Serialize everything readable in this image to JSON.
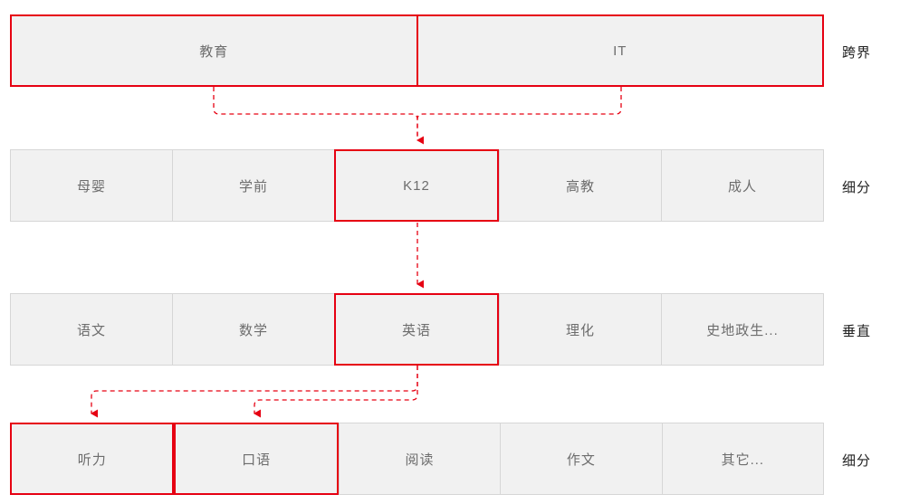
{
  "diagram": {
    "title_present": false,
    "accent_color": "#e60012",
    "cell_fill": "#f1f1f1",
    "cell_border": "#d6d6d6",
    "text_color": "#6d6d6d",
    "label_color": "#222222",
    "rows": [
      {
        "label": "跨界",
        "cells": [
          {
            "text": "教育",
            "highlighted": true
          },
          {
            "text": "IT",
            "highlighted": true
          }
        ]
      },
      {
        "label": "细分",
        "cells": [
          {
            "text": "母婴",
            "highlighted": false
          },
          {
            "text": "学前",
            "highlighted": false
          },
          {
            "text": "K12",
            "highlighted": true
          },
          {
            "text": "高教",
            "highlighted": false
          },
          {
            "text": "成人",
            "highlighted": false
          }
        ]
      },
      {
        "label": "垂直",
        "cells": [
          {
            "text": "语文",
            "highlighted": false
          },
          {
            "text": "数学",
            "highlighted": false
          },
          {
            "text": "英语",
            "highlighted": true
          },
          {
            "text": "理化",
            "highlighted": false
          },
          {
            "text": "史地政生...",
            "highlighted": false
          }
        ]
      },
      {
        "label": "细分",
        "cells": [
          {
            "text": "听力",
            "highlighted": true
          },
          {
            "text": "口语",
            "highlighted": true
          },
          {
            "text": "阅读",
            "highlighted": false
          },
          {
            "text": "作文",
            "highlighted": false
          },
          {
            "text": "其它...",
            "highlighted": false
          }
        ]
      }
    ],
    "connectors": [
      {
        "name": "education-to-k12",
        "from": "教育",
        "to": "K12"
      },
      {
        "name": "it-to-k12",
        "from": "IT",
        "to": "K12"
      },
      {
        "name": "k12-to-english",
        "from": "K12",
        "to": "英语"
      },
      {
        "name": "english-to-listening",
        "from": "英语",
        "to": "听力"
      },
      {
        "name": "english-to-speaking",
        "from": "英语",
        "to": "口语"
      }
    ]
  }
}
